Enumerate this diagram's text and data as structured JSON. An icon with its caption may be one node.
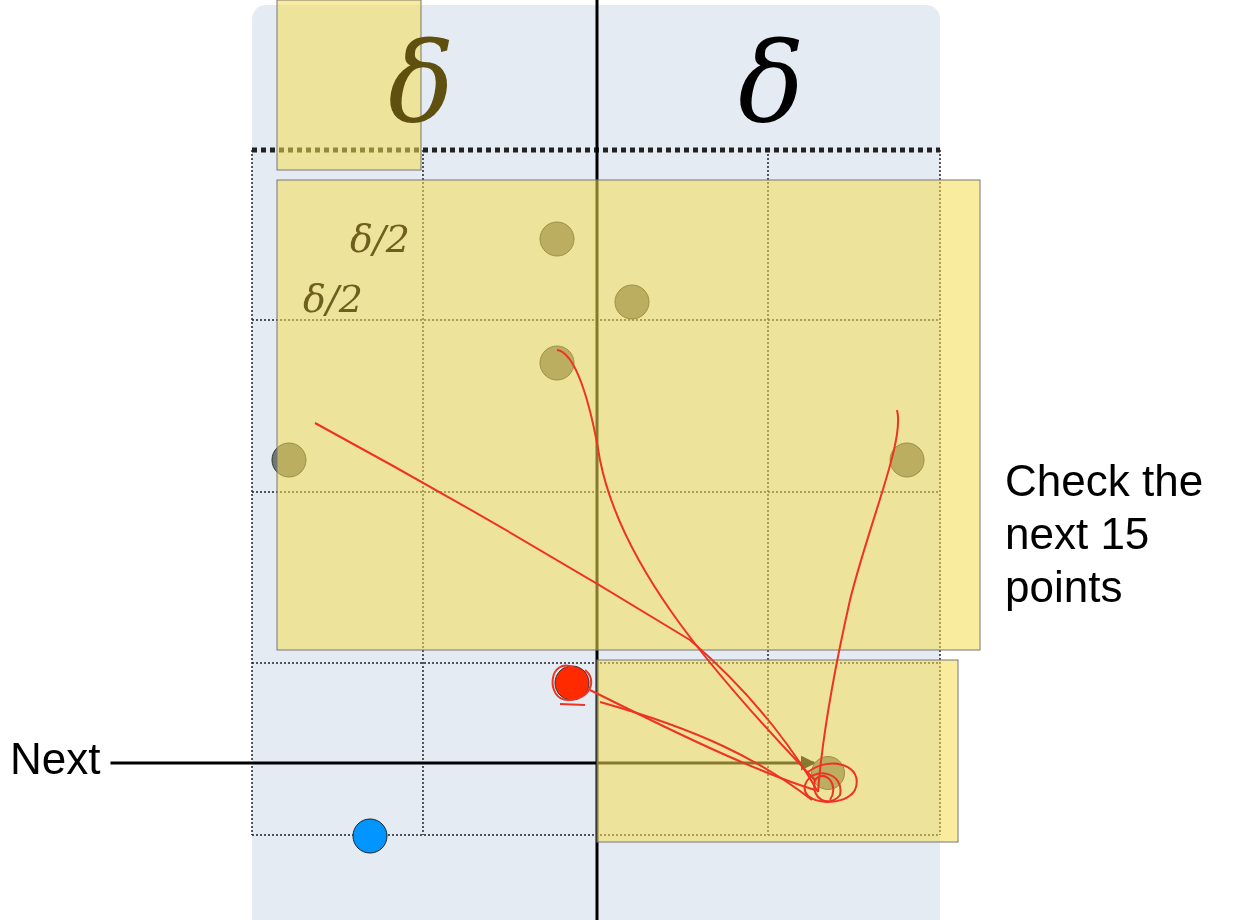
{
  "diagram": {
    "nodes": [
      {
        "text": [
          "Next"
        ]
      },
      {
        "text": [],
        "shape": "circle"
      }
    ],
    "edges": [
      {
        "from": 0,
        "to": 1,
        "arrow": "to"
      }
    ],
    "labels": [
      "δ",
      "δ",
      "δ/2",
      "δ/2",
      "Check the next 15 points"
    ]
  }
}
